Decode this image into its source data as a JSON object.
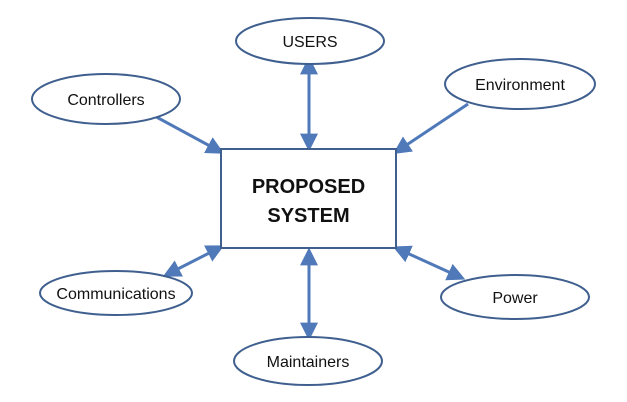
{
  "diagram": {
    "center": {
      "line1": "PROPOSED",
      "line2": "SYSTEM"
    },
    "nodes": {
      "users": "USERS",
      "controllers": "Controllers",
      "environment": "Environment",
      "communications": "Communications",
      "power": "Power",
      "maintainers": "Maintainers"
    }
  },
  "colors": {
    "box_stroke": "#3f5f8f",
    "arrow": "#4f79b8",
    "text": "#111111"
  }
}
